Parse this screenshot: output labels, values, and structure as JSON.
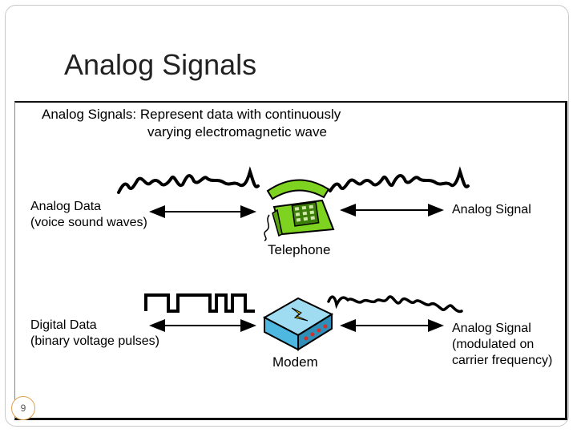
{
  "slide": {
    "title": "Analog Signals",
    "page_number": "9"
  },
  "figure": {
    "heading_line1": "Analog Signals: Represent data with continuously",
    "heading_line2": "varying electromagnetic wave",
    "row1": {
      "left_label_line1": "Analog Data",
      "left_label_line2": "(voice sound waves)",
      "device_label": "Telephone",
      "right_label_line1": "Analog Signal"
    },
    "row2": {
      "left_label_line1": "Digital Data",
      "left_label_line2": "(binary voltage pulses)",
      "device_label": "Modem",
      "right_label_line1": "Analog Signal",
      "right_label_line2": "(modulated on",
      "right_label_line3": "carrier frequency)"
    }
  },
  "colors": {
    "phone_green": "#7ed321",
    "modem_blue": "#4fb8e0",
    "modem_bolt": "#f5d800",
    "modem_leds": "#d0312d"
  },
  "icons": [
    "telephone-icon",
    "modem-icon"
  ]
}
